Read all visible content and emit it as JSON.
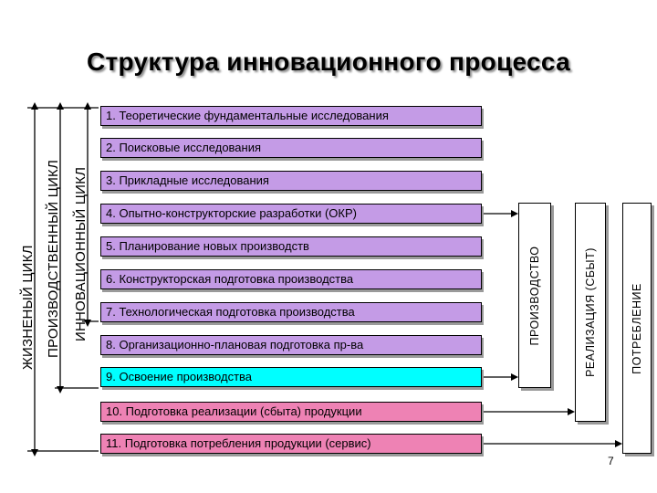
{
  "title": "Структура инновационного процесса",
  "stages": [
    "1. Теоретические фундаментальные исследования",
    "2. Поисковые исследования",
    "3. Прикладные исследования",
    "4. Опытно-конструкторские разработки (ОКР)",
    "5. Планирование новых производств",
    "6. Конструкторская подготовка производства",
    "7. Технологическая подготовка производства",
    "8. Организационно-плановая подготовка пр-ва",
    "9. Освоение производства",
    "10. Подготовка реализации (сбыта) продукции",
    "11. Подготовка потребления продукции (сервис)"
  ],
  "phases": {
    "production": "ПРОИЗВОДСТВО",
    "realization": "РЕАЛИЗАЦИЯ (СБЫТ)",
    "consumption": "ПОТРЕБЛЕНИЕ"
  },
  "cycles": {
    "life": "ЖИЗНЕНЫЙ ЦИКЛ",
    "production": "ПРОИЗВОДСТВЕННЫЙ ЦИКЛ",
    "innovation": "ИННОВАЦИОННЫЙ ЦИКЛ"
  },
  "page_number": "7",
  "colors": {
    "stage_research": "#c49be6",
    "stage_mastering": "#00ffff",
    "stage_market": "#ee82b4"
  }
}
